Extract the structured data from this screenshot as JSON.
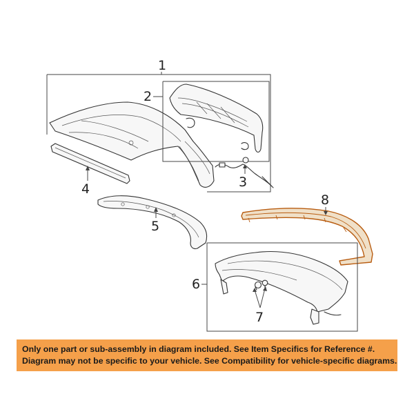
{
  "callouts": {
    "c1": "1",
    "c2": "2",
    "c3": "3",
    "c4": "4",
    "c5": "5",
    "c6": "6",
    "c7": "7",
    "c8": "8"
  },
  "notice": {
    "line1": "Only one part or sub-assembly in diagram included. See Item Specifics for Reference #.",
    "line2": "Diagram may not be specific to your vehicle. See Compatibility for vehicle-specific diagrams."
  },
  "colors": {
    "notice_background": "#f5a04a",
    "highlight_part": "#b85c10"
  }
}
